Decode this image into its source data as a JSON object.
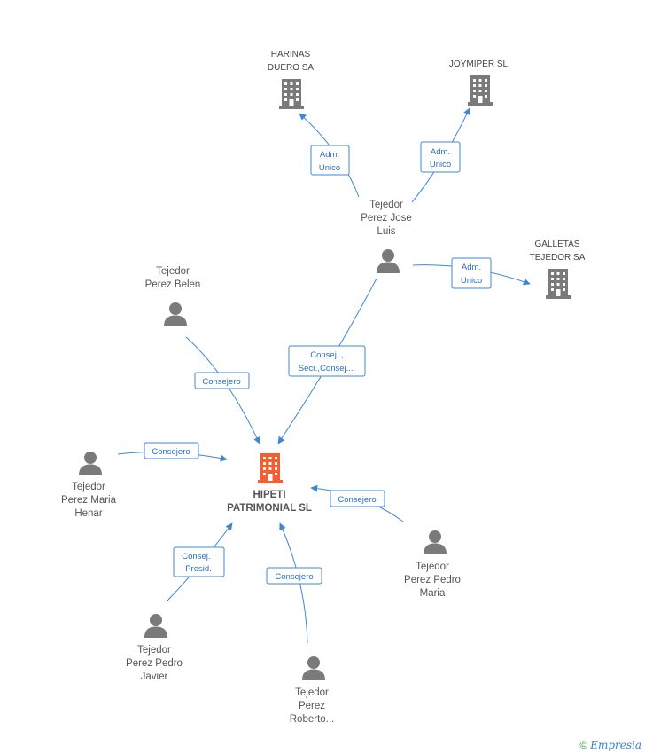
{
  "center": {
    "lines": [
      "HIPETI",
      "PATRIMONIAL SL"
    ],
    "color": "#f06030"
  },
  "companies": [
    {
      "id": "harinas",
      "lines": [
        "HARINAS",
        "DUERO SA"
      ]
    },
    {
      "id": "joymiper",
      "lines": [
        "JOYMIPER SL"
      ]
    },
    {
      "id": "galletas",
      "lines": [
        "GALLETAS",
        "TEJEDOR SA"
      ]
    }
  ],
  "persons": [
    {
      "id": "jose-luis",
      "lines": [
        "Tejedor",
        "Perez Jose",
        "Luis"
      ]
    },
    {
      "id": "belen",
      "lines": [
        "Tejedor",
        "Perez Belen"
      ]
    },
    {
      "id": "maria-henar",
      "lines": [
        "Tejedor",
        "Perez Maria",
        "Henar"
      ]
    },
    {
      "id": "pedro-maria",
      "lines": [
        "Tejedor",
        "Perez Pedro",
        "Maria"
      ]
    },
    {
      "id": "pedro-javier",
      "lines": [
        "Tejedor",
        "Perez Pedro",
        "Javier"
      ]
    },
    {
      "id": "roberto",
      "lines": [
        "Tejedor",
        "Perez",
        "Roberto..."
      ]
    }
  ],
  "edges": [
    {
      "id": "jose-harinas",
      "lines": [
        "Adm.",
        "Unico"
      ]
    },
    {
      "id": "jose-joymiper",
      "lines": [
        "Adm.",
        "Unico"
      ]
    },
    {
      "id": "jose-galletas",
      "lines": [
        "Adm.",
        "Unico"
      ]
    },
    {
      "id": "jose-center",
      "lines": [
        "Consej. ,",
        "Secr.,Consej...."
      ]
    },
    {
      "id": "belen-center",
      "lines": [
        "Consejero"
      ]
    },
    {
      "id": "henar-center",
      "lines": [
        "Consejero"
      ]
    },
    {
      "id": "pedromaria-center",
      "lines": [
        "Consejero"
      ]
    },
    {
      "id": "javier-center",
      "lines": [
        "Consej. ,",
        "Presid."
      ]
    },
    {
      "id": "roberto-center",
      "lines": [
        "Consejero"
      ]
    }
  ],
  "colors": {
    "edge": "#3f87d6",
    "icon": "#7a7a7a",
    "center": "#f06030"
  },
  "footer": {
    "copyright": "©",
    "brand": "Empresia"
  }
}
